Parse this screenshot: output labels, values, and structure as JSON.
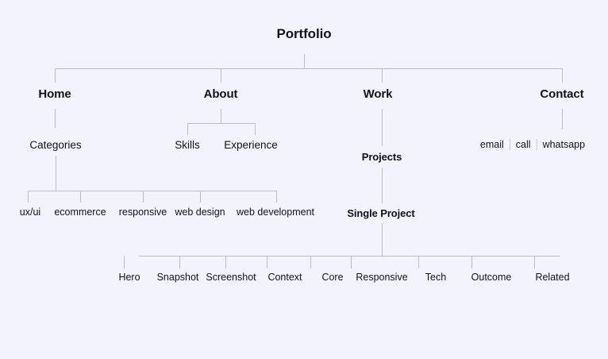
{
  "diagram": {
    "type": "sitemap-tree",
    "title": "Portfolio",
    "background_color": "#f3f3fd",
    "line_color": "#b9bcd0",
    "text_color": "#10121c"
  },
  "root": {
    "label": "Portfolio"
  },
  "level1": [
    {
      "label": "Home"
    },
    {
      "label": "About"
    },
    {
      "label": "Work"
    },
    {
      "label": "Contact"
    }
  ],
  "home": {
    "child": {
      "label": "Categories"
    },
    "categories": [
      {
        "label": "ux/ui"
      },
      {
        "label": "ecommerce"
      },
      {
        "label": "responsive"
      },
      {
        "label": "web design"
      },
      {
        "label": "web development"
      }
    ]
  },
  "about": {
    "children": [
      {
        "label": "Skills"
      },
      {
        "label": "Experience"
      }
    ]
  },
  "work": {
    "projects": {
      "label": "Projects"
    },
    "single_project": {
      "label": "Single Project"
    },
    "sections": [
      {
        "label": "Hero"
      },
      {
        "label": "Snapshot"
      },
      {
        "label": "Screenshot"
      },
      {
        "label": "Context"
      },
      {
        "label": "Core"
      },
      {
        "label": "Responsive"
      },
      {
        "label": "Tech"
      },
      {
        "label": "Outcome"
      },
      {
        "label": "Related"
      }
    ]
  },
  "contact": {
    "channels": [
      {
        "label": "email"
      },
      {
        "label": "call"
      },
      {
        "label": "whatsapp"
      }
    ]
  }
}
